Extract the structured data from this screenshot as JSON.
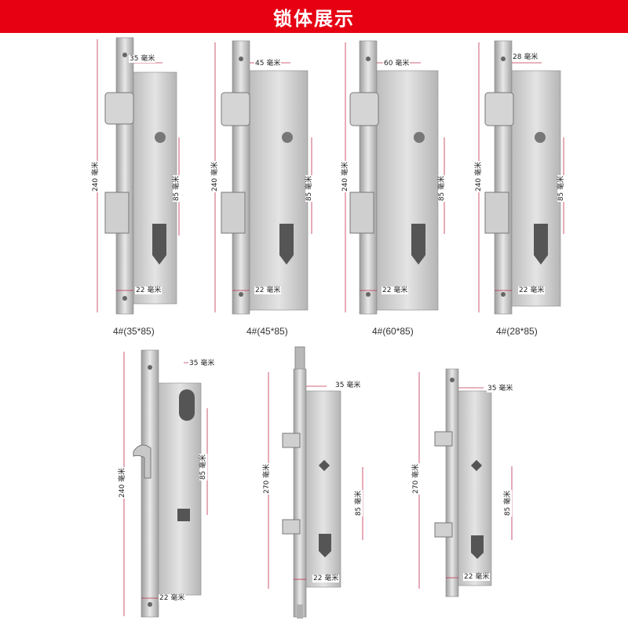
{
  "banner": {
    "title": "锁体展示",
    "color": "#e60012"
  },
  "locks": [
    {
      "caption": "4#(35*85)",
      "total_height": "240 毫米",
      "backset": "35 毫米",
      "center": "85 毫米",
      "faceplate": "22 毫米"
    },
    {
      "caption": "4#(45*85)",
      "total_height": "240 毫米",
      "backset": "45 毫米",
      "center": "85 毫米",
      "faceplate": "22 毫米"
    },
    {
      "caption": "4#(60*85)",
      "total_height": "240 毫米",
      "backset": "60 毫米",
      "center": "85 毫米",
      "faceplate": "22 毫米"
    },
    {
      "caption": "4#(28*85)",
      "total_height": "240 毫米",
      "backset": "28 毫米",
      "center": "85 毫米",
      "faceplate": "22 毫米"
    },
    {
      "caption": "",
      "total_height": "240 毫米",
      "backset": "35 毫米",
      "center": "85 毫米",
      "faceplate": "22 毫米"
    },
    {
      "caption": "",
      "total_height": "270 毫米",
      "backset": "35 毫米",
      "center": "85 毫米",
      "faceplate": "22 毫米"
    },
    {
      "caption": "",
      "total_height": "270 毫米",
      "backset": "35 毫米",
      "center": "85 毫米",
      "faceplate": "22 毫米"
    }
  ],
  "colors": {
    "steel": "#c9c9c9",
    "steel_dark": "#9a9a9a",
    "dimension_line": "#c03050"
  }
}
